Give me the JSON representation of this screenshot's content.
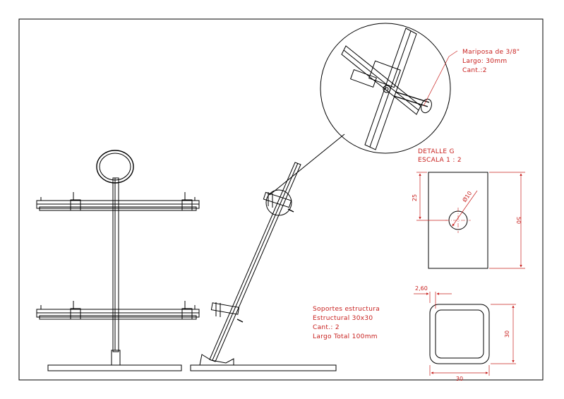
{
  "detail_callout": {
    "lines": [
      "Mariposa de 3/8\"",
      "Largo: 30mm",
      "Cant.:2"
    ]
  },
  "detail_title": {
    "lines": [
      "DETALLE G",
      "ESCALA 1 : 2"
    ]
  },
  "plate_dimensions": {
    "height": "50",
    "hole_offset": "25",
    "hole_diameter": "Ø10"
  },
  "tube_dimensions": {
    "wall": "2,60",
    "width": "30",
    "height": "30"
  },
  "supports_note": {
    "lines": [
      "Soportes estructura",
      "Estructural 30x30",
      "Cant.: 2",
      "Largo Total 100mm"
    ]
  },
  "colors": {
    "annotation": "#c8201e",
    "geometry": "#000000"
  }
}
